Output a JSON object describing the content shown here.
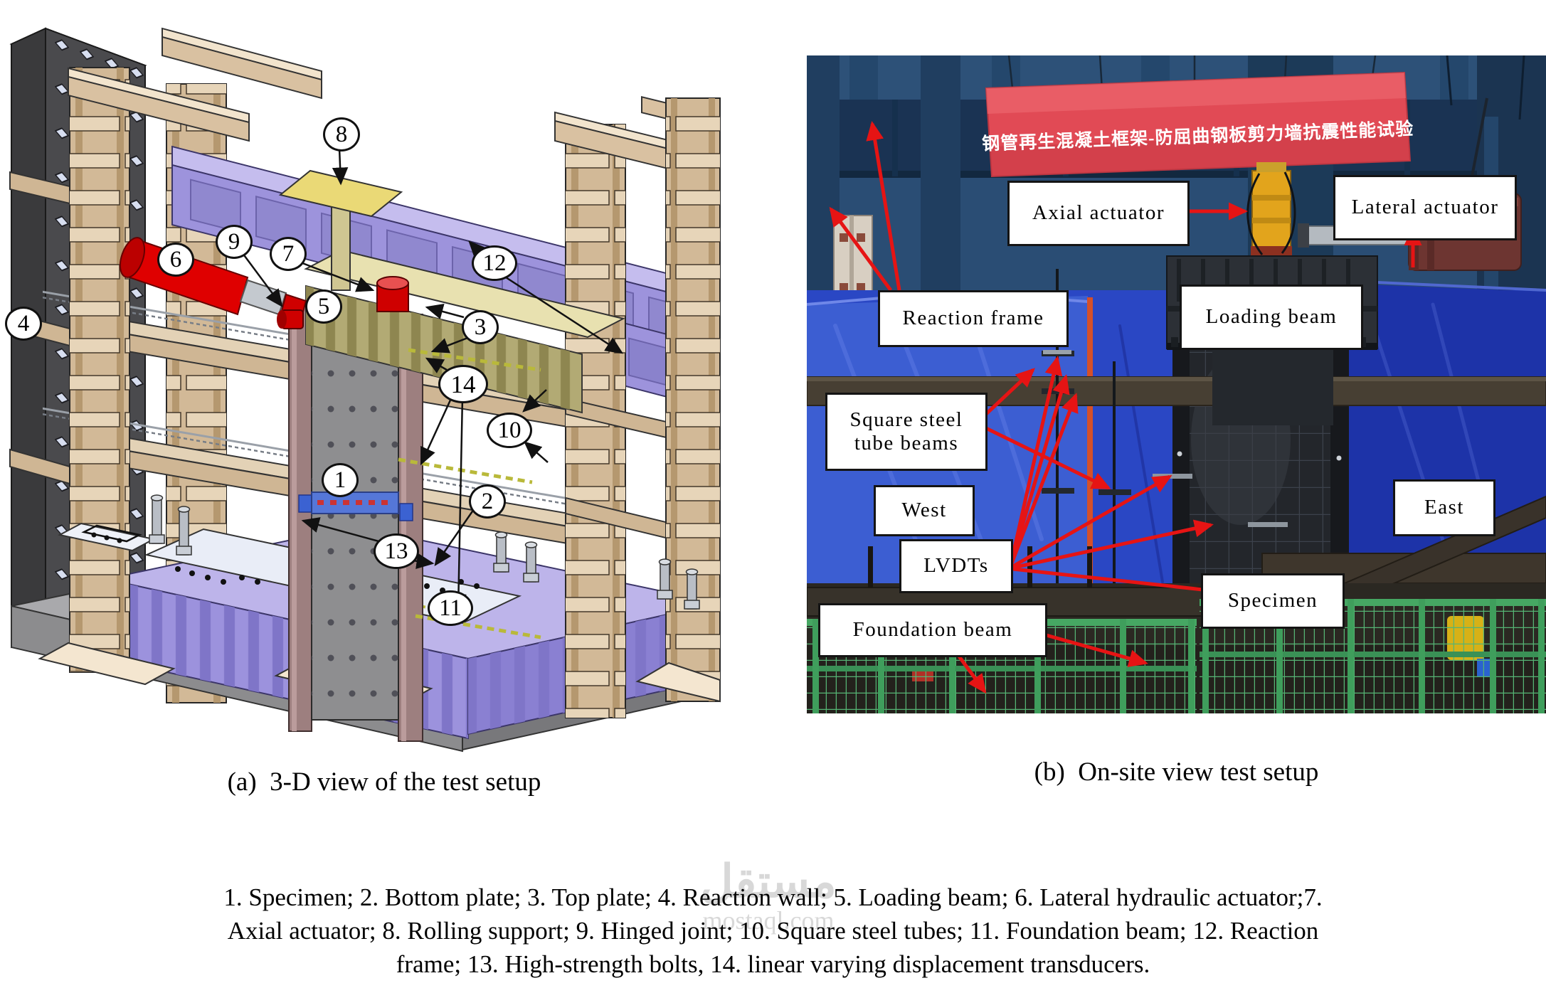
{
  "panel_a": {
    "caption": "(a)  3-D view of the test setup",
    "callout_numbers": [
      "1",
      "2",
      "3",
      "4",
      "5",
      "6",
      "7",
      "8",
      "9",
      "10",
      "11",
      "12",
      "13",
      "14"
    ]
  },
  "panel_b": {
    "caption": "(b)  On-site view test setup",
    "banner_text": "钢管再生混凝土框架-防屈曲钢板剪力墙抗震性能试验",
    "labels": {
      "axial_actuator": "Axial actuator",
      "lateral_actuator": "Lateral actuator",
      "loading_beam": "Loading beam",
      "reaction_frame": "Reaction frame",
      "square_steel_tube_beams": "Square steel tube beams",
      "west": "West",
      "lvdts": "LVDTs",
      "foundation_beam": "Foundation beam",
      "specimen": "Specimen",
      "east": "East"
    }
  },
  "legend": {
    "line1": "1. Specimen; 2. Bottom plate; 3. Top plate; 4. Reaction wall; 5. Loading beam; 6. Lateral hydraulic actuator;7.",
    "line2": "Axial actuator; 8. Rolling support; 9. Hinged joint; 10. Square steel tubes; 11. Foundation beam; 12. Reaction",
    "line3": "frame; 13. High-strength bolts, 14. linear varying displacement transducers."
  },
  "watermark": {
    "logo_text": "مستقل",
    "domain": "mostaql.com"
  },
  "colors": {
    "arrow_red": "#e61414",
    "banner_red": "#e14a55",
    "tarp_blue": "#2a47c4",
    "frame_purple": "#9d93dc",
    "frame_tan": "#d2b997",
    "label_border": "#141414"
  }
}
